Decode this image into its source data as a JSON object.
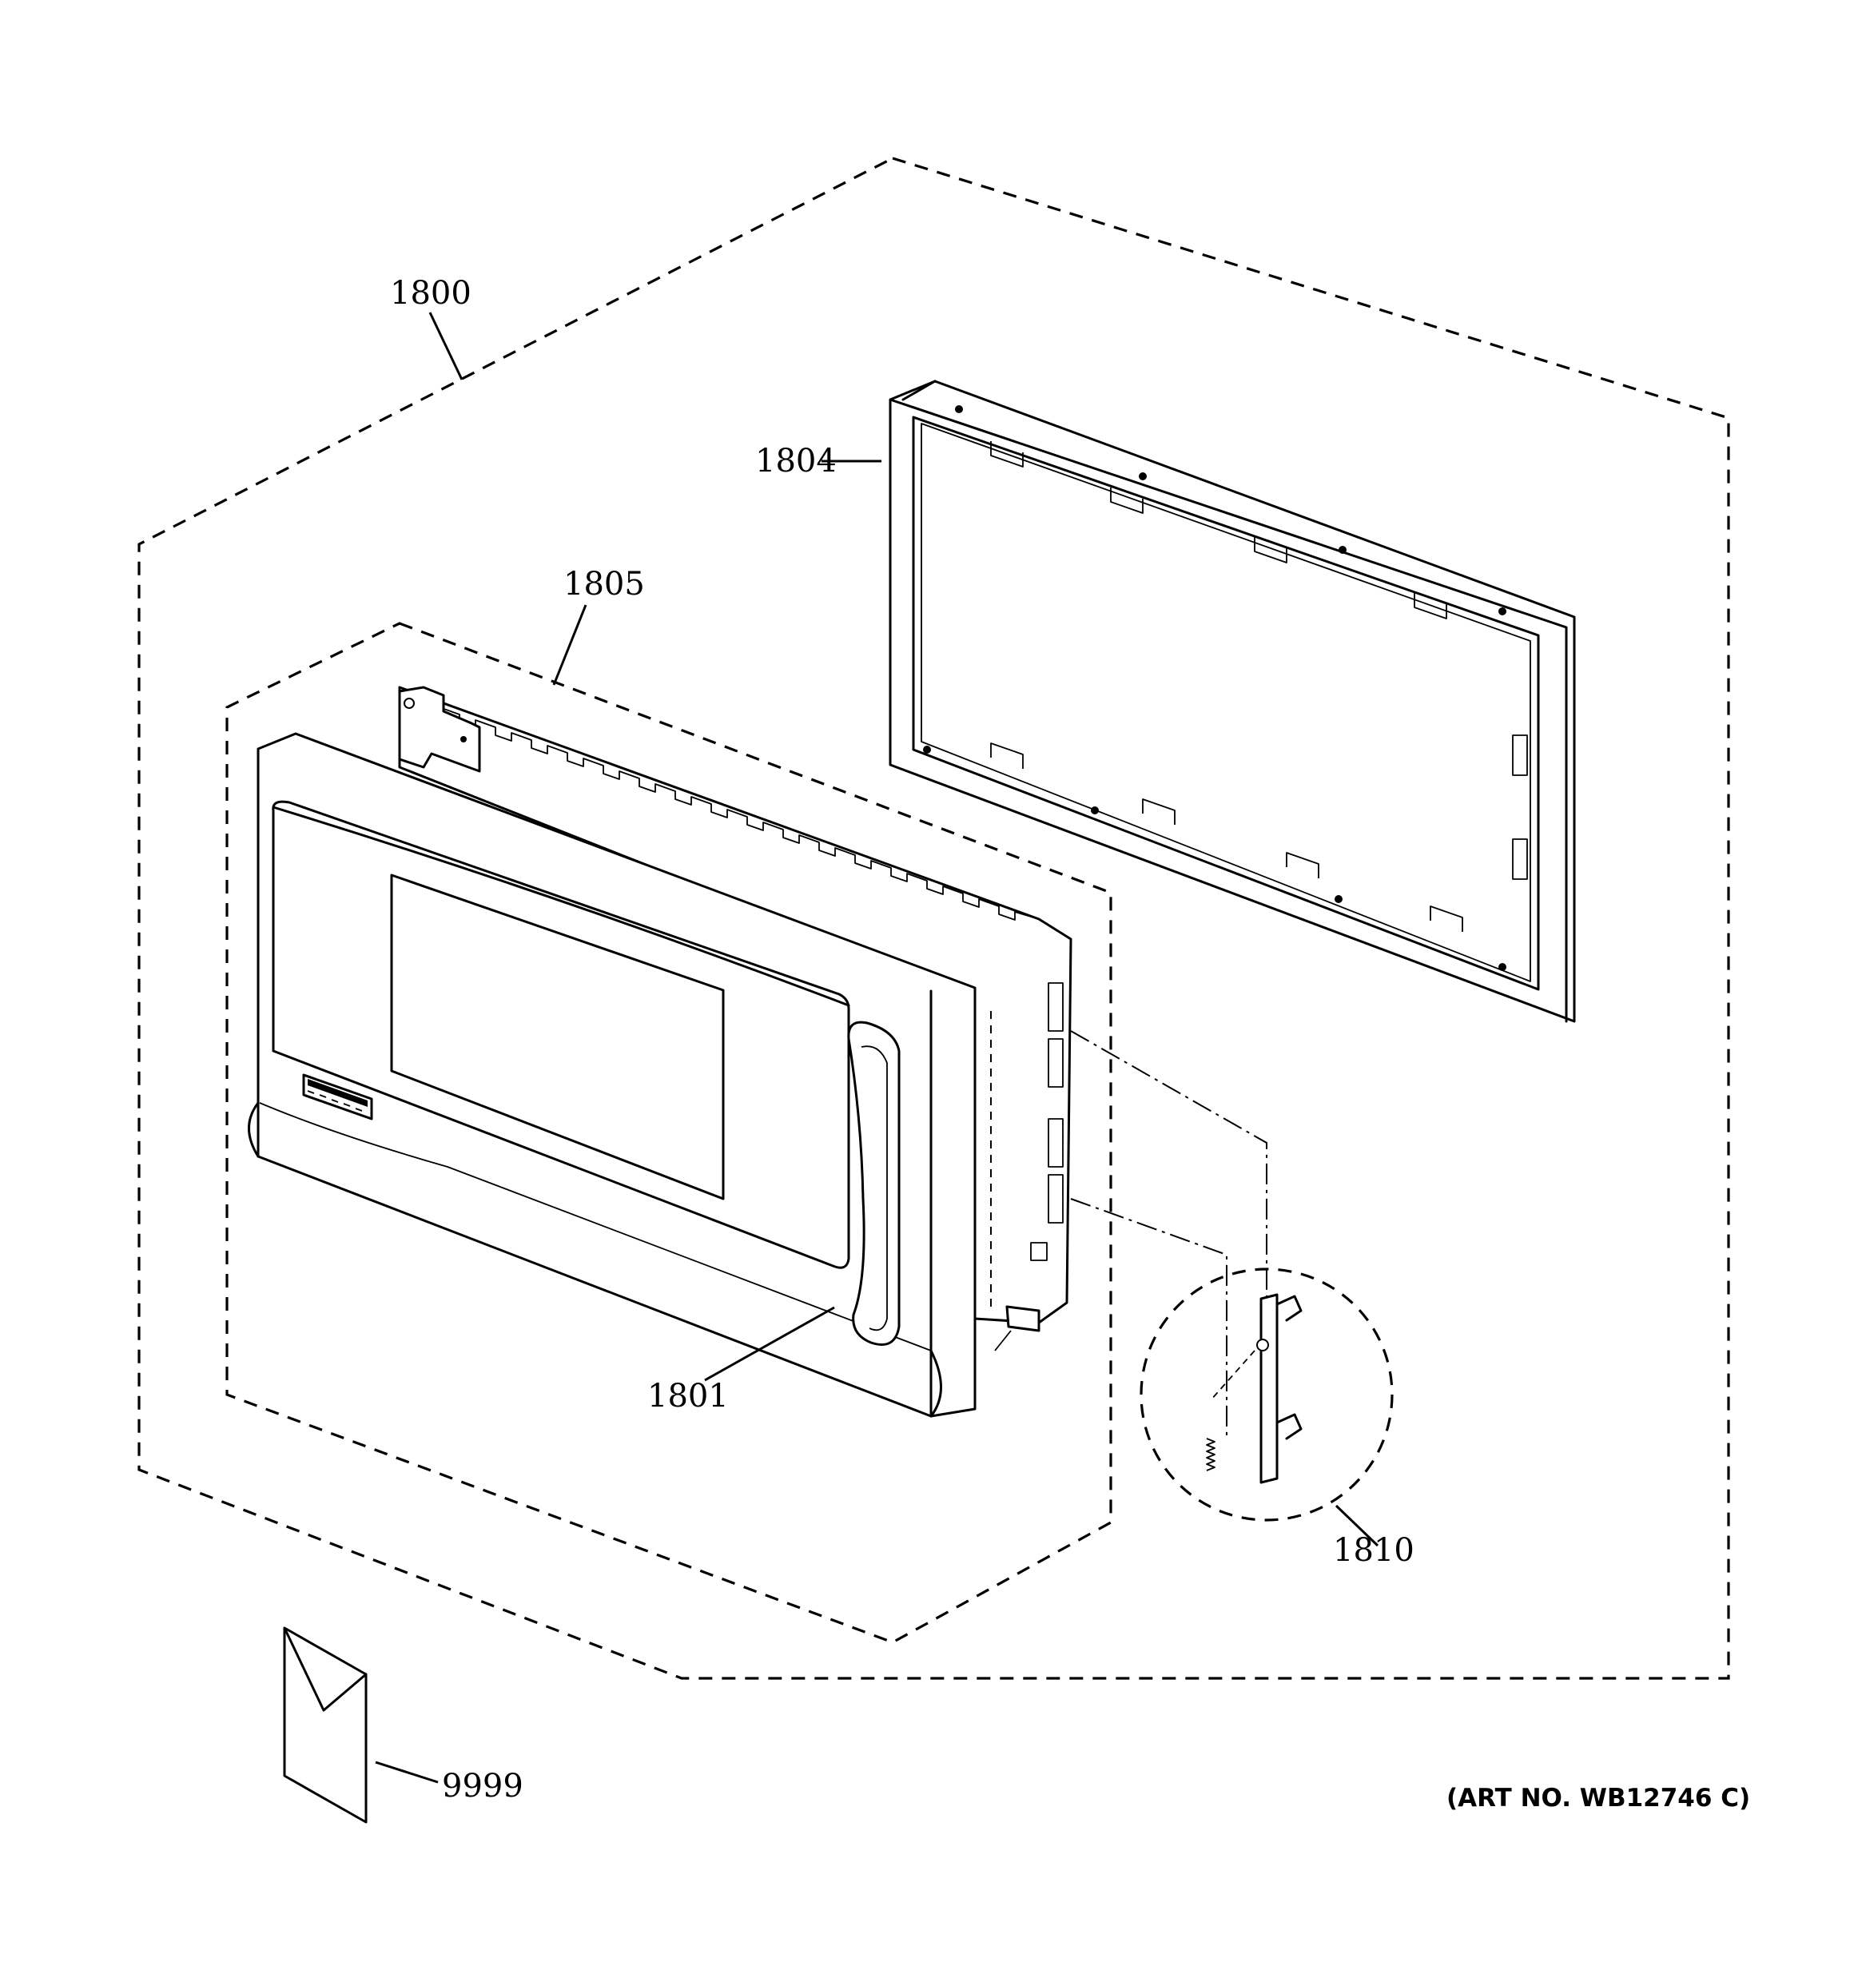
{
  "callouts": {
    "assembly": "1800",
    "frame": "1804",
    "door_assembly": "1805",
    "handle": "1801",
    "latch_assembly": "1810",
    "literature": "9999"
  },
  "art_number": "(ART NO. WB12746 C)",
  "icons": {
    "frame": "choke-frame-drawing",
    "door": "microwave-door-drawing",
    "handle": "door-handle-drawing",
    "latch": "door-latch-hook-drawing",
    "spring": "latch-spring-drawing",
    "envelope": "literature-envelope-drawing"
  },
  "colors": {
    "ink": "#000000",
    "paper": "#ffffff"
  }
}
